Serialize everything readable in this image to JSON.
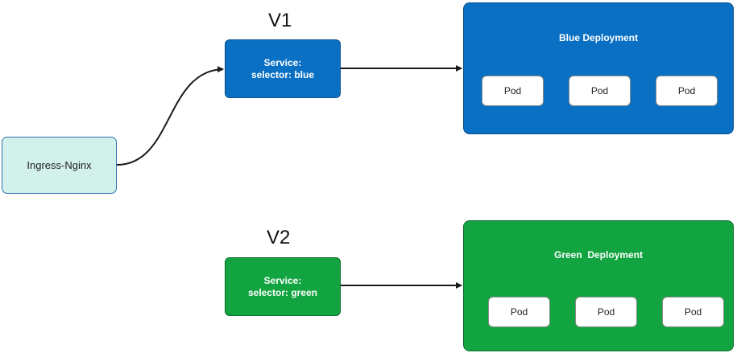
{
  "ingress": {
    "label": "Ingress-Nginx"
  },
  "versions": {
    "v1": "V1",
    "v2": "V2"
  },
  "services": {
    "blue": {
      "line1": "Service:",
      "line2": "selector: blue"
    },
    "green": {
      "line1": "Service:",
      "line2": "selector: green"
    }
  },
  "deployments": {
    "blue": {
      "title": "Blue Deployment",
      "pods": [
        "Pod",
        "Pod",
        "Pod"
      ],
      "color": "#0a70c4"
    },
    "green": {
      "title": "Green  Deployment",
      "pods": [
        "Pod",
        "Pod",
        "Pod"
      ],
      "color": "#12a440"
    }
  },
  "colors": {
    "ingress_fill": "#d2f1ea",
    "arrow": "#1a1a1a"
  }
}
